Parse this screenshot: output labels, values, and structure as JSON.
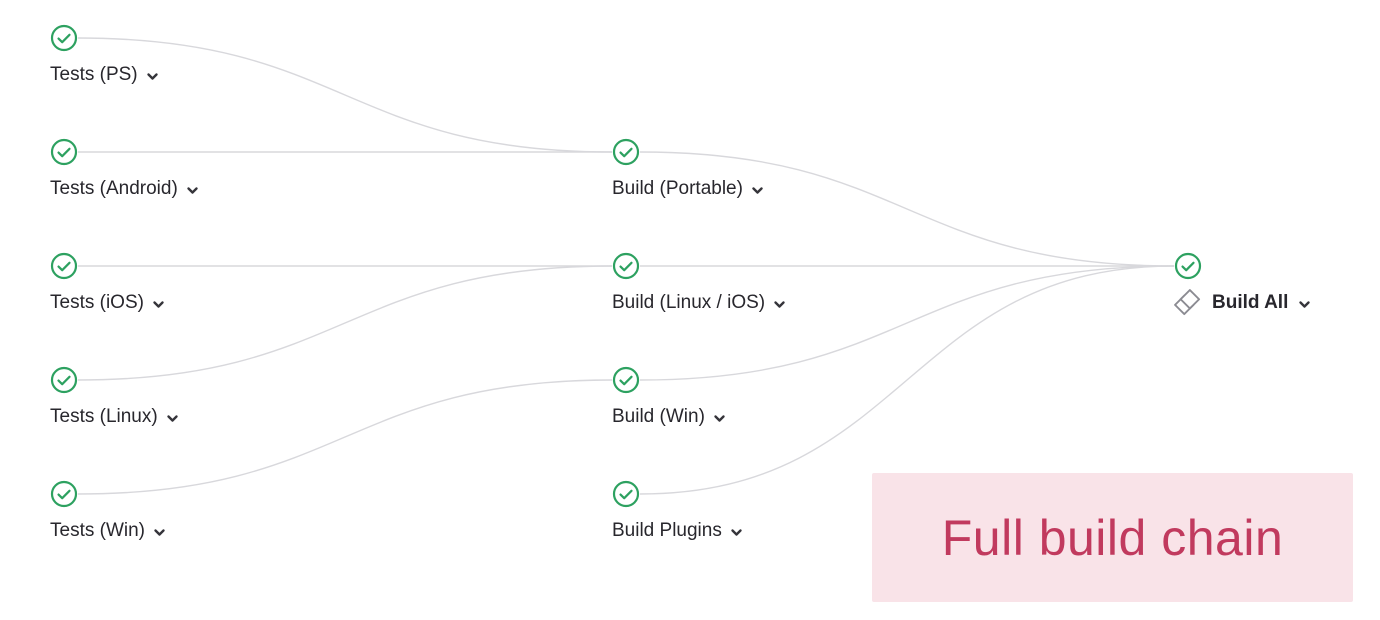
{
  "pipeline": {
    "nodes": [
      {
        "id": "tests-ps",
        "label": "Tests (PS)",
        "status": "success"
      },
      {
        "id": "tests-android",
        "label": "Tests (Android)",
        "status": "success"
      },
      {
        "id": "tests-ios",
        "label": "Tests (iOS)",
        "status": "success"
      },
      {
        "id": "tests-linux",
        "label": "Tests (Linux)",
        "status": "success"
      },
      {
        "id": "tests-win",
        "label": "Tests (Win)",
        "status": "success"
      },
      {
        "id": "build-portable",
        "label": "Build (Portable)",
        "status": "success"
      },
      {
        "id": "build-linux-ios",
        "label": "Build (Linux / iOS)",
        "status": "success"
      },
      {
        "id": "build-win",
        "label": "Build (Win)",
        "status": "success"
      },
      {
        "id": "build-plugins",
        "label": "Build Plugins",
        "status": "success"
      },
      {
        "id": "build-all",
        "label": "Build All",
        "status": "success",
        "downstream": true
      }
    ],
    "links": [
      {
        "from": "tests-ps",
        "to": "build-portable"
      },
      {
        "from": "tests-android",
        "to": "build-portable"
      },
      {
        "from": "tests-ios",
        "to": "build-linux-ios"
      },
      {
        "from": "tests-linux",
        "to": "build-linux-ios"
      },
      {
        "from": "tests-win",
        "to": "build-win"
      },
      {
        "from": "build-portable",
        "to": "build-all"
      },
      {
        "from": "build-linux-ios",
        "to": "build-all"
      },
      {
        "from": "build-win",
        "to": "build-all"
      },
      {
        "from": "build-plugins",
        "to": "build-all"
      }
    ]
  },
  "annotation": {
    "label": "Full build chain",
    "text_color": "#c13a5e",
    "background": "#f9e3e8"
  },
  "colors": {
    "success_green": "#2da160",
    "link_gray": "#d8d8dc",
    "label_text": "#28272d",
    "downstream_icon_gray": "#8b8b92",
    "page_background": "#ffffff"
  }
}
